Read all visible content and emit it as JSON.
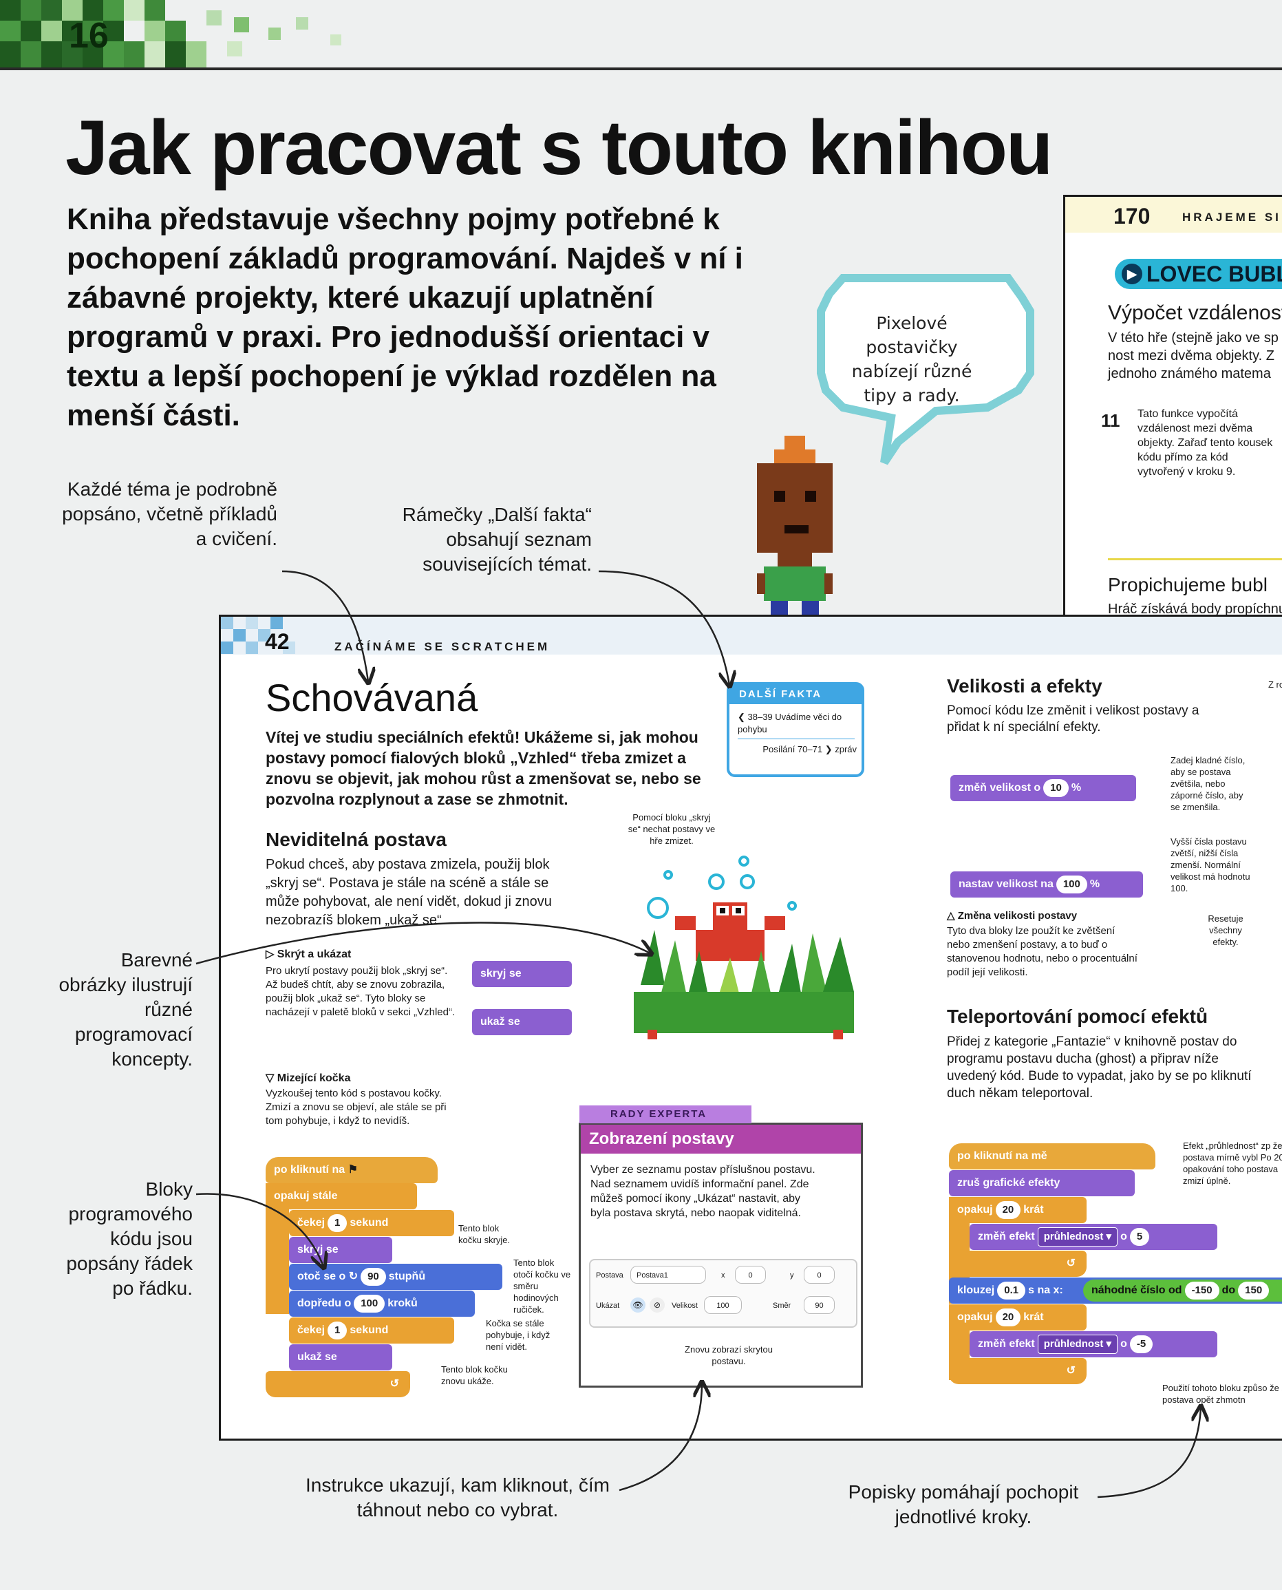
{
  "page_number": "16",
  "title": "Jak pracovat s touto knihou",
  "intro": "Kniha představuje všechny pojmy potřebné k pochopení základů programování. Najdeš v ní i zábavné projekty, které ukazují uplatnění programů v praxi. Pro jednodušší orientaci v textu a lepší pochopení je výklad rozdělen na menší části.",
  "speech_bubble": "Pixelové postavičky nabízejí různé tipy a rady.",
  "callouts": {
    "topic": "Každé téma je podrobně popsáno, včetně příkladů a cvičení.",
    "more_facts": "Rámečky „Další fakta“ obsahují seznam souvisejících témat.",
    "images": "Barevné obrázky ilustrují různé programovací koncepty.",
    "code": "Bloky programového kódu jsou popsány řádek po řádku.",
    "instructions": "Instrukce ukazují, kam kliknout, čím táhnout nebo co vybrat.",
    "labels": "Popisky pomáhají pochopit jednotlivé kroky."
  },
  "right_page": {
    "number": "170",
    "section": "HRAJEME SI",
    "project": "LOVEC BUBLIN",
    "heading1": "Výpočet vzdálenost",
    "para1": [
      "V této hře (stejně jako ve sp",
      "nost mezi dvěma objekty. Z",
      "jednoho známého matema"
    ],
    "step": "11",
    "step_note": "Tato funkce vypočítá vzdálenost mezi dvěma objekty. Zařaď tento kousek kódu přímo za kód vytvořený v kroku 9.",
    "heading2": "Propichujeme bubl",
    "para2": "Hráč získává body propíchnu"
  },
  "sample_page": {
    "number": "42",
    "section": "ZAČÍNÁME SE SCRATCHEM",
    "title": "Schovávaná",
    "intro": "Vítej ve studiu speciálních efektů! Ukážeme si, jak mohou postavy pomocí fialových bloků „Vzhled“ třeba zmizet a znovu se objevit, jak mohou růst a zmenšovat se, nebo se pozvolna rozplynout a zase se zhmotnit.",
    "invisible_heading": "Neviditelná postava",
    "invisible_text": "Pokud chceš, aby postava zmizela, použij blok „skryj se“. Postava je stále na scéně a stále se může pohybovat, ale není vidět, dokud ji znovu nezobrazíš blokem „ukaž se“.",
    "hide_show_heading": "▷ Skrýt a ukázat",
    "hide_show_text": "Pro ukrytí postavy použij blok „skryj se“. Až budeš chtít, aby se znovu zobrazila, použij blok „ukaž se“. Tyto bloky se nacházejí v paletě bloků v sekci „Vzhled“.",
    "block_hide": "skryj se",
    "block_show": "ukaž se",
    "crab_tip": "Pomocí bloku „skryj se“ nechat postavy ve hře zmizet.",
    "fading_heading": "▽ Mizející kočka",
    "fading_text": "Vyzkoušej tento kód s postavou kočky. Zmizí a znovu se objeví, ale stále se při tom pohybuje, i když to nevidíš.",
    "script": {
      "when_flag": "po kliknutí na",
      "forever": "opakuj stále",
      "wait1_a": "čekej",
      "wait1_n": "1",
      "wait1_b": "sekund",
      "hide": "skryj se",
      "turn_a": "otoč se o",
      "turn_n": "90",
      "turn_b": "stupňů",
      "move_a": "dopředu o",
      "move_n": "100",
      "move_b": "kroků",
      "wait2_a": "čekej",
      "wait2_n": "1",
      "wait2_b": "sekund",
      "show": "ukaž se"
    },
    "script_tips": {
      "hide": "Tento blok kočku skryje.",
      "turn": "Tento blok otočí kočku ve směru hodinových ručiček.",
      "move": "Kočka se stále pohybuje, i když není vidět.",
      "show": "Tento blok kočku znovu ukáže."
    },
    "more_facts": {
      "head": "DALŠÍ FAKTA",
      "item1": "❮ 38–39 Uvádíme věci do pohybu",
      "item2": "Posílání 70–71 ❯ zpráv"
    },
    "expert": {
      "tab": "RADY EXPERTA",
      "head": "Zobrazení postavy",
      "text": "Vyber ze seznamu postav příslušnou postavu. Nad seznamem uvidíš informační panel. Zde můžeš pomocí ikony „Ukázat“ nastavit, aby byla postava skrytá, nebo naopak viditelná.",
      "panel": {
        "sprite_label": "Postava",
        "sprite_value": "Postava1",
        "x_label": "x",
        "x_value": "0",
        "y_label": "y",
        "y_value": "0",
        "show_label": "Ukázat",
        "size_label": "Velikost",
        "size_value": "100",
        "dir_label": "Směr",
        "dir_value": "90"
      },
      "note": "Znovu zobrazí skrytou postavu."
    },
    "sizes": {
      "heading": "Velikosti a efekty",
      "text": "Pomocí kódu lze změnit i velikost postavy a přidat k ní speciální efekty.",
      "block1_a": "změň velikost o",
      "block1_n": "10",
      "block1_b": "%",
      "tip1": "Zadej kladné číslo, aby se postava zvětšila, nebo záporné číslo, aby se zmenšila.",
      "block2_a": "nastav velikost na",
      "block2_n": "100",
      "block2_b": "%",
      "tip2": "Vyšší čísla postavu zvětší, nižší čísla zmenší. Normální velikost má hodnotu 100.",
      "change_heading": "△ Změna velikosti postavy",
      "change_text": "Tyto dva bloky lze použít ke zvětšení nebo zmenšení postavy, a to buď o stanovenou hodnotu, nebo o procentuální podíl její velikosti.",
      "reset_tip": "Resetuje všechny efekty.",
      "side_fragment": "Z ro"
    },
    "teleport": {
      "heading": "Teleportování pomocí efektů",
      "text": "Přidej z kategorie „Fantazie“ v knihovně postav do programu postavu ducha (ghost) a připrav níže uvedený kód. Bude to vypadat, jako by se po kliknutí duch někam teleportoval.",
      "b_when": "po kliknutí na mě",
      "b_clear": "zruš grafické efekty",
      "b_rep1_a": "opakuj",
      "b_rep1_n": "20",
      "b_rep1_b": "krát",
      "b_eff1_a": "změň efekt",
      "b_eff1_dd": "průhlednost",
      "b_eff1_b": "o",
      "b_eff1_n": "5",
      "b_glide_a": "klouzej",
      "b_glide_n": "0.1",
      "b_glide_b": "s na x:",
      "b_rand_a": "náhodné číslo od",
      "b_rand_n1": "-150",
      "b_rand_b": "do",
      "b_rand_n2": "150",
      "b_rep2_a": "opakuj",
      "b_rep2_n": "20",
      "b_rep2_b": "krát",
      "b_eff2_a": "změň efekt",
      "b_eff2_dd": "průhlednost",
      "b_eff2_b": "o",
      "b_eff2_n": "-5",
      "tip_eff": "Efekt „průhlednost“ zp že postava mírně vybl Po 20 opakování toho postava zmizí úplně.",
      "tip_end": "Použití tohoto bloku způso že se postava opět zhmotn"
    }
  },
  "colors": {
    "events": "#e8a83a",
    "looks": "#8b5fd0",
    "motion": "#4a6fd8",
    "operators": "#5cbf3c",
    "more_facts": "#3fa6e3",
    "expert": "#b044a9"
  }
}
